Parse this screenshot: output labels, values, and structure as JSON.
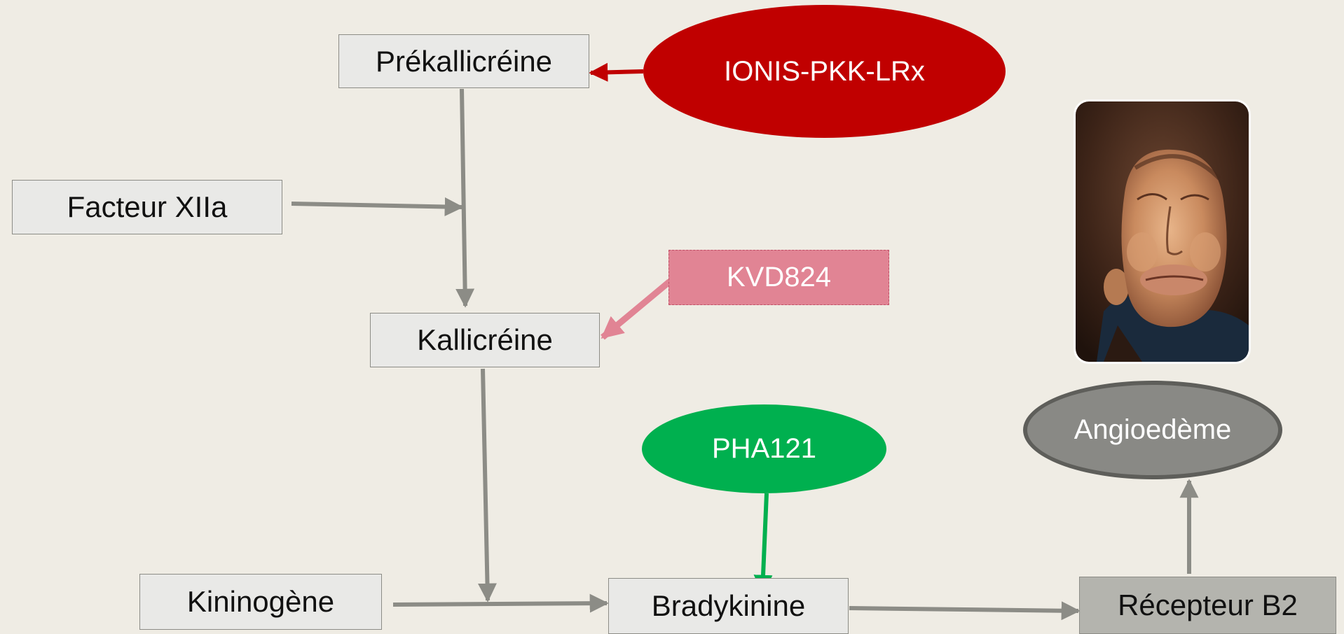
{
  "nodes": {
    "prekallicreine": "Prékallicréine",
    "facteur_xiia": "Facteur XIIa",
    "kallicreine": "Kallicréine",
    "kininogene": "Kininogène",
    "bradykinine": "Bradykinine",
    "recepteur_b2": "Récepteur B2"
  },
  "drugs": {
    "ionis": "IONIS-PKK-LRx",
    "kvd": "KVD824",
    "pha": "PHA121"
  },
  "outcome": "Angioedème",
  "colors": {
    "flow_arrow": "#8c8c86",
    "ionis": "#c00000",
    "kvd": "#e18494",
    "pha": "#00b04f",
    "outcome": "#898985",
    "background": "#efece4"
  }
}
